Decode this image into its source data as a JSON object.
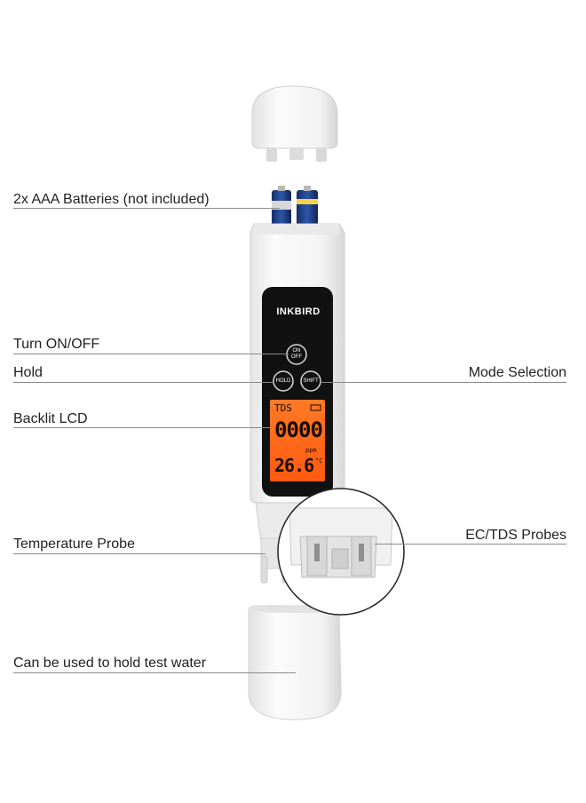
{
  "device": {
    "brand": "INKBIRD",
    "buttons": {
      "power": "ON\nOFF",
      "power_line1": "ON",
      "power_line2": "OFF",
      "hold": "HOLD",
      "shift": "SHIFT"
    },
    "lcd": {
      "mode": "TDS",
      "reading": "0000",
      "unit": "ppm",
      "temperature": "26.6",
      "temp_unit": "°C",
      "backlight_color": "#ff6a1a"
    }
  },
  "callouts": {
    "batteries": "2x AAA Batteries (not included)",
    "power": "Turn ON/OFF",
    "hold": "Hold",
    "mode": "Mode Selection",
    "lcd": "Backlit LCD",
    "temp_probe": "Temperature Probe",
    "ec_probes": "EC/TDS Probes",
    "cap": "Can be used to hold test water"
  }
}
